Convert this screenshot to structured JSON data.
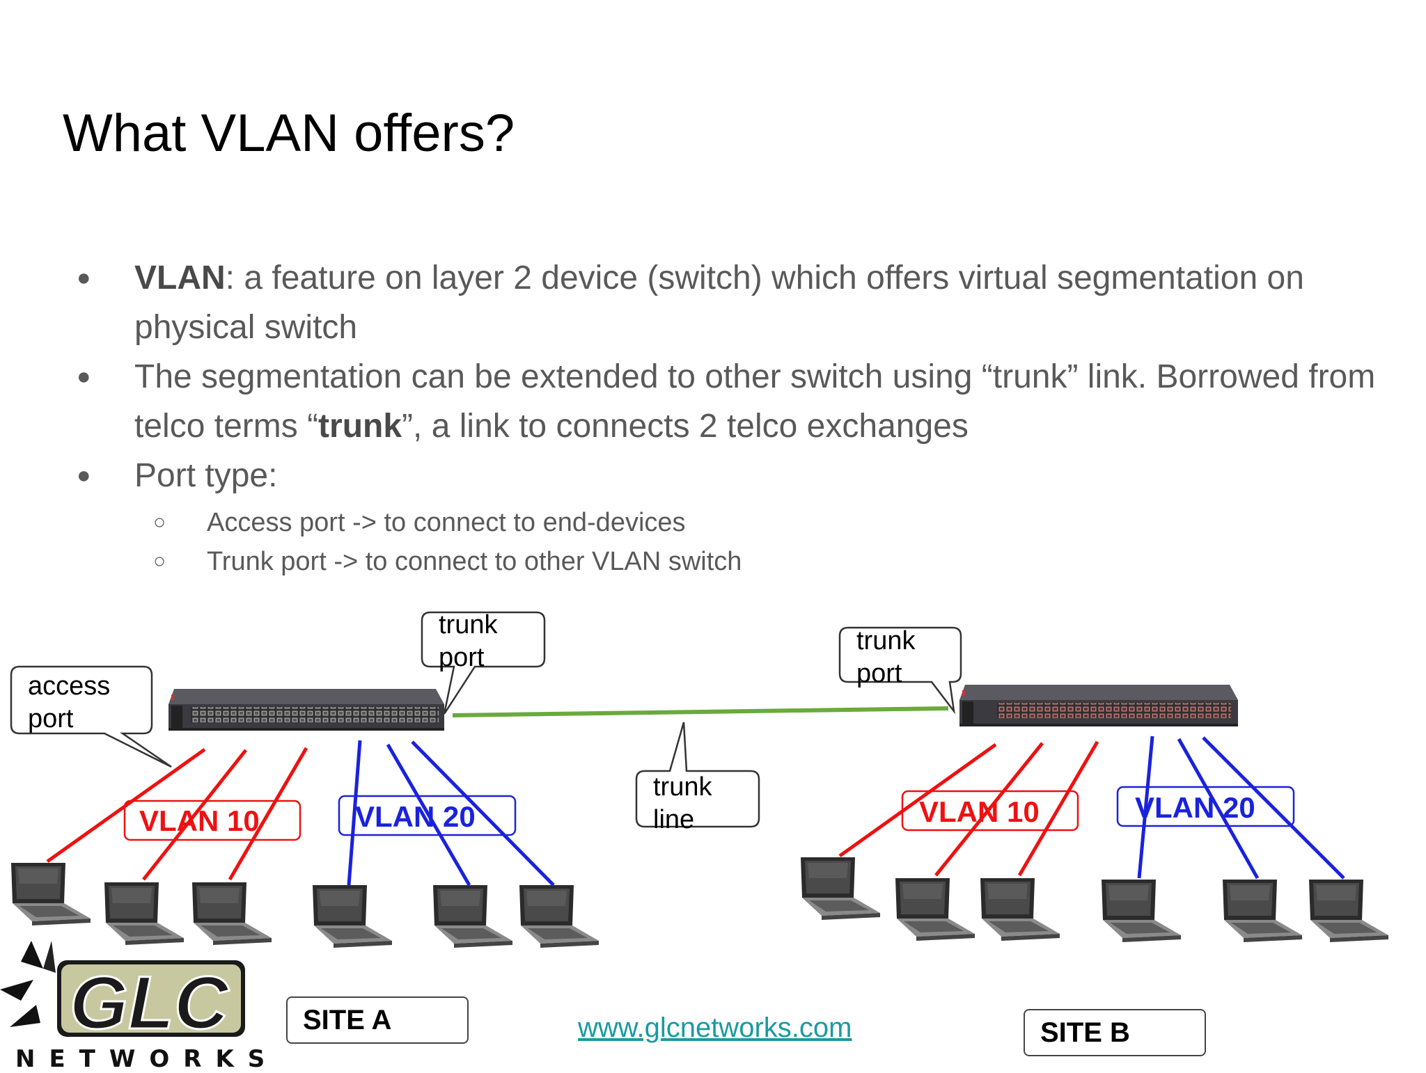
{
  "title": "What VLAN offers?",
  "bullets": {
    "b1_bold": "VLAN",
    "b1_rest": ": a feature on layer 2 device (switch) which offers virtual segmentation on physical switch",
    "b2_pre": "The segmentation can be extended to other switch using “trunk” link. Borrowed from telco terms “",
    "b2_bold": "trunk",
    "b2_post": "”, a link to connects 2 telco exchanges",
    "b3": "Port type:",
    "sub1": "Access port -> to connect to end-devices",
    "sub2": "Trunk port -> to connect to other VLAN switch"
  },
  "diagram": {
    "callout_access": [
      "access",
      "port"
    ],
    "callout_trunk_port_a": [
      "trunk",
      "port"
    ],
    "callout_trunk_port_b": [
      "trunk",
      "port"
    ],
    "callout_trunk_line": [
      "trunk",
      "line"
    ],
    "vlan10": "VLAN 10",
    "vlan20": "VLAN 20",
    "site_a": "SITE A",
    "site_b": "SITE B"
  },
  "colors": {
    "vlan10": "#ee1111",
    "vlan20": "#1a22dd",
    "trunk": "#6aaa3c",
    "text_grey": "#595959"
  },
  "logo": {
    "letters": "GLC",
    "subtitle": "NETWORKS"
  },
  "url": "www.glcnetworks.com"
}
